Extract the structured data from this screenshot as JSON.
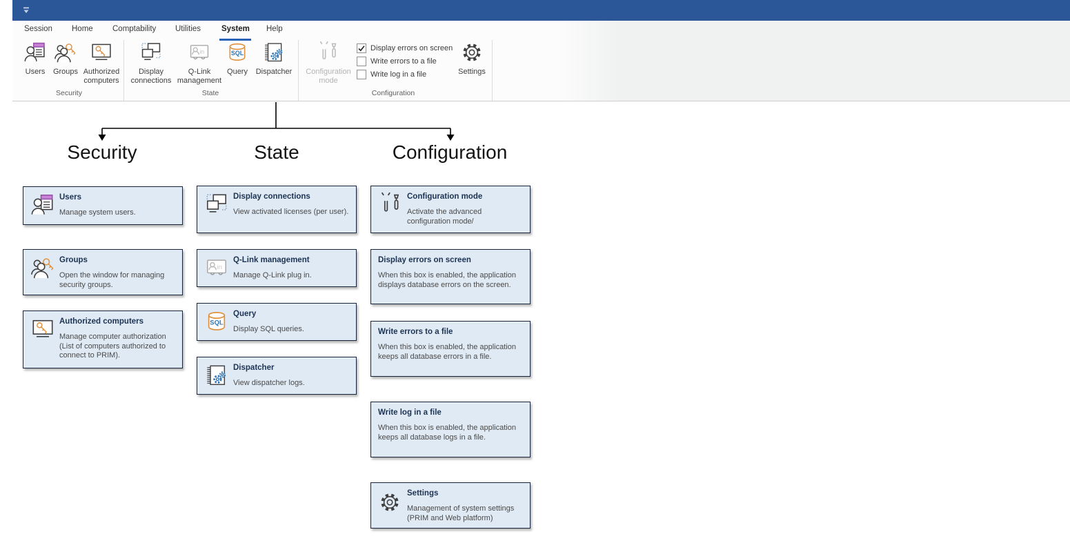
{
  "ribbon": {
    "tabs": [
      {
        "label": "Session",
        "active": false
      },
      {
        "label": "Home",
        "active": false
      },
      {
        "label": "Comptability",
        "active": false
      },
      {
        "label": "Utilities",
        "active": false
      },
      {
        "label": "System",
        "active": true
      },
      {
        "label": "Help",
        "active": false
      }
    ],
    "groups": [
      {
        "label": "Security"
      },
      {
        "label": "State"
      },
      {
        "label": "Configuration"
      }
    ],
    "buttons": {
      "users": {
        "label": "Users"
      },
      "groups": {
        "label": "Groups"
      },
      "authorized_computers": {
        "label": "Authorized computers"
      },
      "display_connections": {
        "label": "Display connections"
      },
      "qlink_management": {
        "label": "Q-Link management"
      },
      "query": {
        "label": "Query"
      },
      "dispatcher": {
        "label": "Dispatcher"
      },
      "configuration_mode": {
        "label": "Configuration mode",
        "disabled": true
      },
      "settings": {
        "label": "Settings"
      }
    },
    "checkboxes": [
      {
        "label": "Display errors on screen",
        "checked": true
      },
      {
        "label": "Write errors to a file",
        "checked": false
      },
      {
        "label": "Write log in a file",
        "checked": false
      }
    ]
  },
  "diagram": {
    "headers": [
      {
        "label": "Security"
      },
      {
        "label": "State"
      },
      {
        "label": "Configuration"
      }
    ]
  },
  "columns": [
    {
      "cards": [
        {
          "icon": "users-icon",
          "title": "Users",
          "desc": "Manage system users."
        },
        {
          "icon": "groups-icon",
          "title": "Groups",
          "desc": "Open the window for managing security groups."
        },
        {
          "icon": "authorized-computers-icon",
          "title": "Authorized computers",
          "desc": "Manage computer authorization (List of computers authorized to connect to PRIM)."
        }
      ]
    },
    {
      "cards": [
        {
          "icon": "display-connections-icon",
          "title": "Display connections",
          "desc": "View activated licenses (per user)."
        },
        {
          "icon": "qlink-icon",
          "title": "Q-Link management",
          "desc": "Manage Q-Link plug in."
        },
        {
          "icon": "query-icon",
          "title": "Query",
          "desc": "Display SQL queries."
        },
        {
          "icon": "dispatcher-icon",
          "title": "Dispatcher",
          "desc": "View dispatcher logs."
        }
      ]
    },
    {
      "cards": [
        {
          "icon": "configuration-mode-icon",
          "title": "Configuration mode",
          "desc": "Activate the advanced configuration mode/"
        },
        {
          "icon": null,
          "title": "Display errors on screen",
          "desc": "When this box is enabled, the application displays database errors on the screen."
        },
        {
          "icon": null,
          "title": "Write errors to a file",
          "desc": "When this box is enabled, the application keeps all database errors in a file."
        },
        {
          "icon": null,
          "title": "Write log in a file",
          "desc": "When this box is enabled, the application keeps all database logs in a file."
        },
        {
          "icon": "settings-icon",
          "title": "Settings",
          "desc": "Management of system settings (PRIM and Web platform)"
        }
      ]
    }
  ],
  "colors": {
    "titlebar": "#2b5799",
    "tab_underline": "#2a62b8",
    "card_bg": "#e0eaf4",
    "card_border": "#15233b",
    "icon_orange": "#e0913d",
    "icon_blue": "#2e75b6",
    "icon_purple": "#c983d6"
  }
}
